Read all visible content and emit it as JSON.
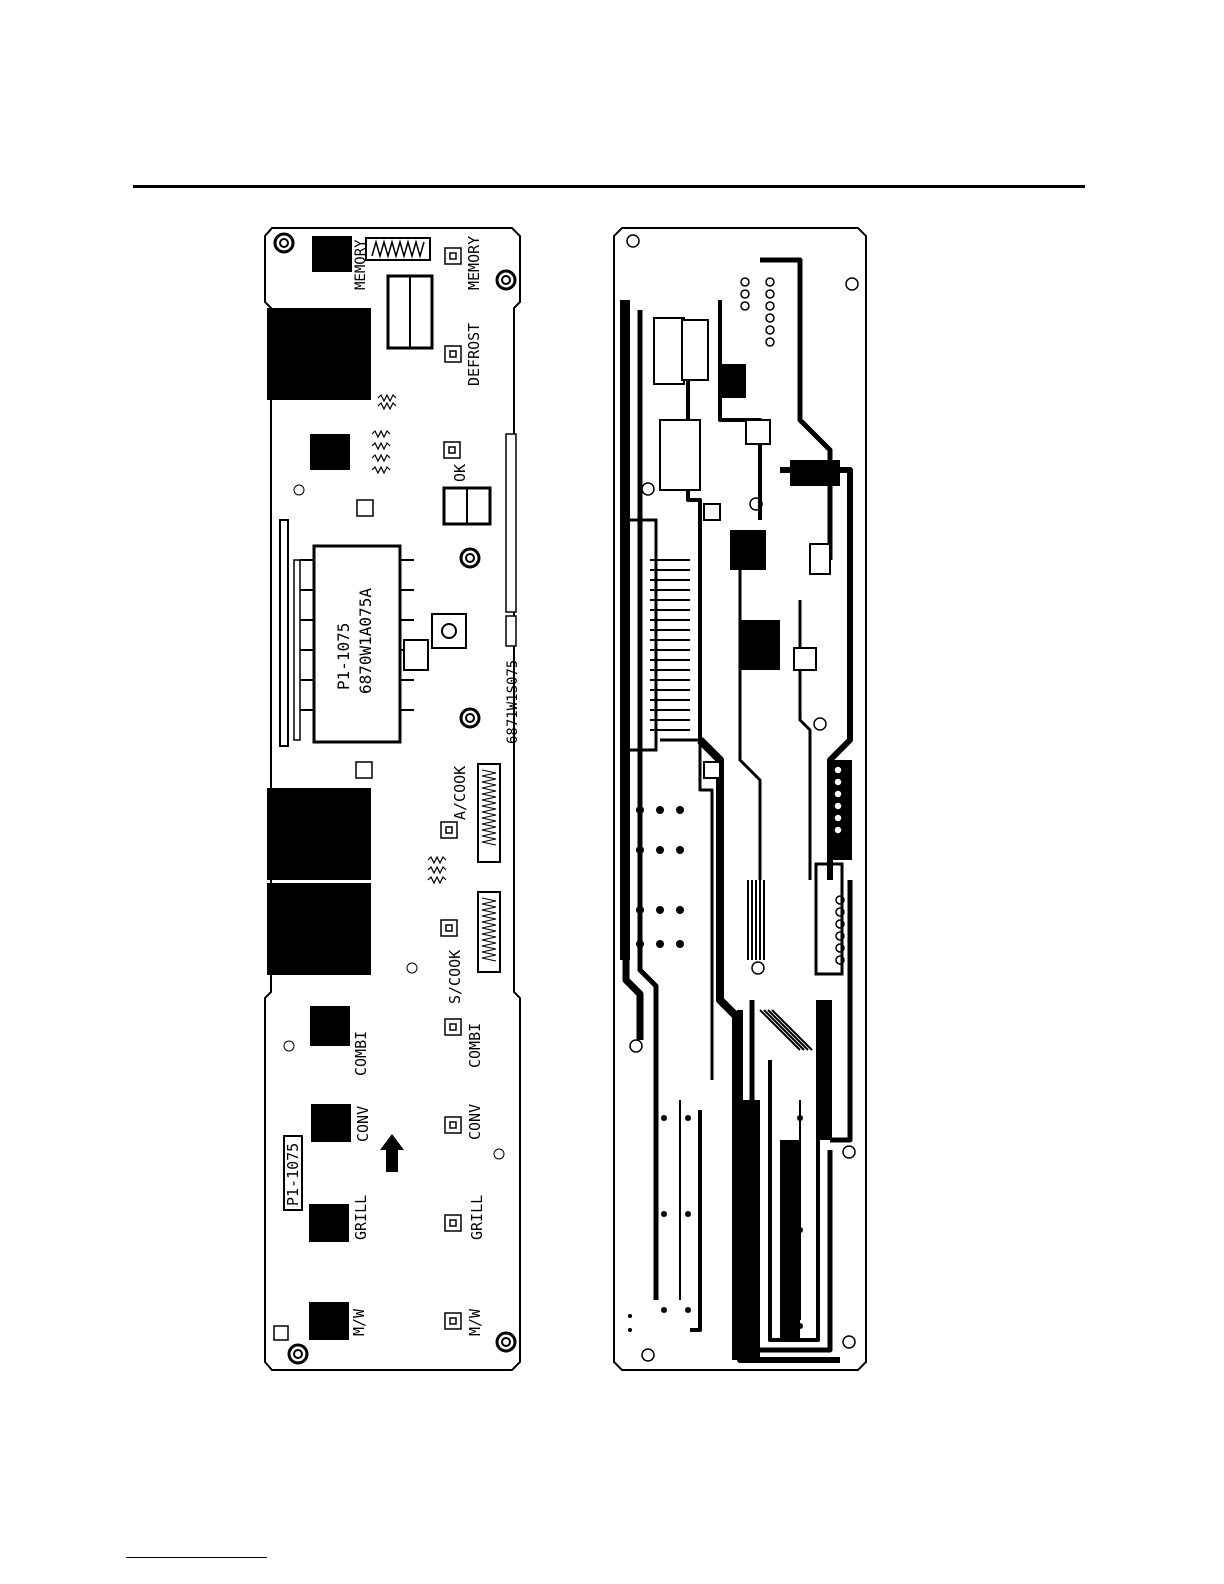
{
  "component_board": {
    "key_labels": {
      "memory": "MEMORY",
      "defrost": "DEFROST",
      "ok": "OK",
      "a_cook": "A/COOK",
      "s_cook": "S/COOK",
      "combi": "COMBI",
      "conv": "CONV",
      "grill": "GRILL",
      "mw": "M/W"
    },
    "side_key_labels": {
      "memory": "MEMORY",
      "combi": "COMBI",
      "conv": "CONV",
      "grill": "GRILL",
      "mw": "M/W"
    },
    "ic_part_number": "P1-1075",
    "ic_model": "6870W1A075A",
    "pcb_code": "6871W1S075",
    "board_tag": "P1-1075"
  }
}
